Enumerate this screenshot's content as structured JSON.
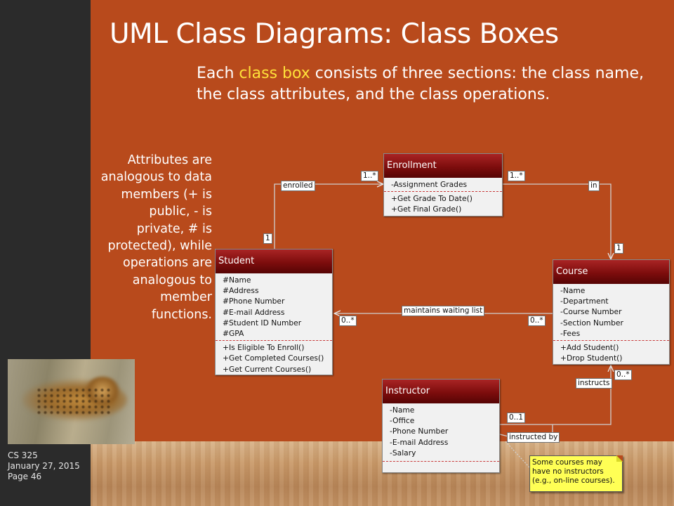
{
  "slide": {
    "title": "UML Class Diagrams: Class Boxes",
    "intro_pre": "Each ",
    "intro_highlight": "class box",
    "intro_post": " consists of three sections: the class name, the class attributes, and the class operations.",
    "side_note": "Attributes are analogous to data members (+ is public, - is private, # is protected), while operations are analogous to member functions.",
    "footer": [
      "CS 325",
      "January 27, 2015",
      "Page 46"
    ]
  },
  "classes": {
    "enrollment": {
      "name": "Enrollment",
      "attributes": [
        "-Assignment Grades"
      ],
      "operations": [
        "+Get Grade To Date()",
        "+Get Final Grade()"
      ]
    },
    "student": {
      "name": "Student",
      "attributes": [
        "#Name",
        "#Address",
        "#Phone Number",
        "#E-mail Address",
        "#Student ID Number",
        "#GPA"
      ],
      "operations": [
        "+Is Eligible To Enroll()",
        "+Get Completed Courses()",
        "+Get Current Courses()"
      ]
    },
    "course": {
      "name": "Course",
      "attributes": [
        "-Name",
        "-Department",
        "-Course Number",
        "-Section Number",
        "-Fees"
      ],
      "operations": [
        "+Add Student()",
        "+Drop Student()"
      ]
    },
    "instructor": {
      "name": "Instructor",
      "attributes": [
        "-Name",
        "-Office",
        "-Phone Number",
        "-E-mail Address",
        "-Salary"
      ],
      "operations": []
    }
  },
  "associations": {
    "enrolled": "enrolled",
    "enrolled_mult_enrollment": "1..*",
    "enrolled_mult_student": "1",
    "in": "in",
    "in_mult_enrollment": "1..*",
    "in_mult_course": "1",
    "waiting": "maintains waiting list",
    "waiting_mult_student": "0..*",
    "waiting_mult_course": "0..*",
    "instructs": "instructs",
    "instructs_mult": "0..*",
    "instructed_by": "instructed by",
    "instructed_by_mult": "0..1"
  },
  "note": "Some courses may have no instructors (e.g., on-line courses)."
}
